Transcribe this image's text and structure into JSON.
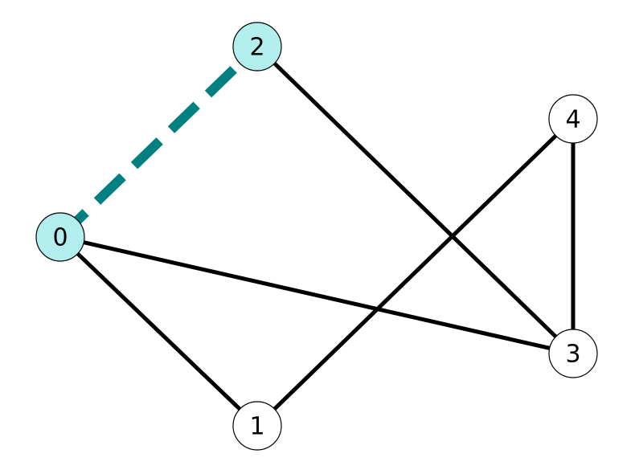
{
  "graph": {
    "colors": {
      "edge": "#000000",
      "highlight_edge": "#008080",
      "highlight_node": "#b2eeee",
      "node": "#ffffff",
      "node_border": "#000000"
    },
    "nodes": [
      {
        "id": "0",
        "label": "0",
        "highlighted": true
      },
      {
        "id": "1",
        "label": "1",
        "highlighted": false
      },
      {
        "id": "2",
        "label": "2",
        "highlighted": true
      },
      {
        "id": "3",
        "label": "3",
        "highlighted": false
      },
      {
        "id": "4",
        "label": "4",
        "highlighted": false
      }
    ],
    "edges": [
      {
        "from": "0",
        "to": "2",
        "highlighted": true,
        "style": "dashed"
      },
      {
        "from": "0",
        "to": "1",
        "highlighted": false,
        "style": "solid"
      },
      {
        "from": "0",
        "to": "3",
        "highlighted": false,
        "style": "solid"
      },
      {
        "from": "2",
        "to": "3",
        "highlighted": false,
        "style": "solid"
      },
      {
        "from": "1",
        "to": "4",
        "highlighted": false,
        "style": "solid"
      },
      {
        "from": "4",
        "to": "3",
        "highlighted": false,
        "style": "solid"
      }
    ]
  }
}
